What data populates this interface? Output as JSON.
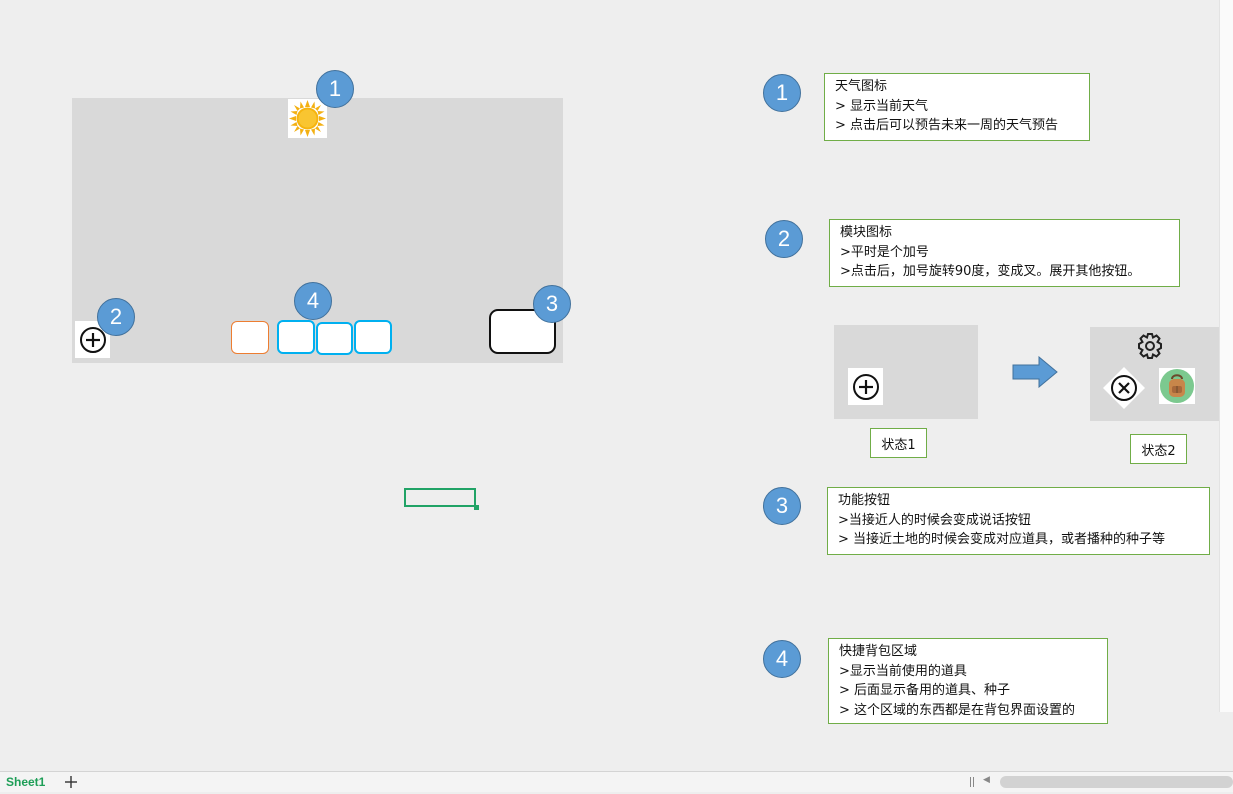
{
  "callouts": {
    "c1": "1",
    "c2": "2",
    "c3": "3",
    "c4": "4"
  },
  "notes": {
    "weather": {
      "title": "天气图标",
      "lines": [
        "> 显示当前天气",
        "> 点击后可以预告未来一周的天气预告"
      ]
    },
    "module": {
      "title": "模块图标",
      "lines": [
        ">平时是个加号",
        ">点击后，加号旋转90度，变成叉。展开其他按钮。"
      ]
    },
    "function": {
      "title": "功能按钮",
      "lines": [
        ">当接近人的时候会变成说话按钮",
        "> 当接近土地的时候会变成对应道具，或者播种的种子等"
      ]
    },
    "backpack": {
      "title": "快捷背包区域",
      "lines": [
        ">显示当前使用的道具",
        "> 后面显示备用的道具、种子",
        "> 这个区域的东西都是在背包界面设置的"
      ]
    }
  },
  "states": {
    "state1": "状态1",
    "state2": "状态2"
  },
  "sheet": {
    "tab": "Sheet1"
  },
  "icons": {
    "weather": "sun-icon",
    "module": "plus-circle-icon",
    "close": "x-circle-icon",
    "settings": "gear-icon",
    "backpack": "backpack-icon",
    "arrow": "arrow-right-icon",
    "add_sheet": "plus-icon"
  },
  "colors": {
    "callout": "#5b9bd5",
    "note_border": "#70ad47",
    "slot_orange": "#ed7d31",
    "slot_blue": "#00b0f0",
    "sheet_tab": "#1e9e57"
  }
}
